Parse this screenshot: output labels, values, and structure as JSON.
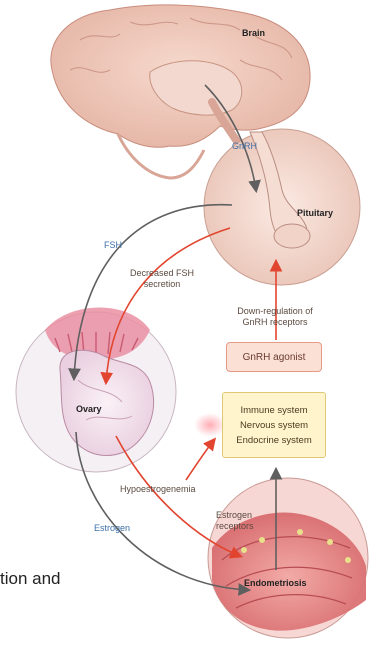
{
  "labels": {
    "brain": "Brain",
    "gnrh": "GnRH",
    "pituitary": "Pituitary",
    "fsh": "FSH",
    "decreased_fsh_line1": "Decreased FSH",
    "decreased_fsh_line2": "secretion",
    "downreg_line1": "Down-regulation of",
    "downreg_line2": "GnRH receptors",
    "gnrh_agonist": "GnRH agonist",
    "ovary": "Ovary",
    "immune": "Immune system",
    "nervous": "Nervous system",
    "endocrine": "Endocrine system",
    "hypoestrogenemia": "Hypoestrogenemia",
    "estrogen_receptors_line1": "Estrogen",
    "estrogen_receptors_line2": "receptors",
    "estrogen": "Estrogen",
    "endometriosis": "Endometriosis"
  },
  "caption": "tion and",
  "colors": {
    "hormone_arrow": "#5f5f5f",
    "inhibit_arrow": "#e2452f",
    "blue_label": "#3d6fa6",
    "agonist_fill": "#fbe0d6",
    "systems_fill": "#fff4cc"
  }
}
